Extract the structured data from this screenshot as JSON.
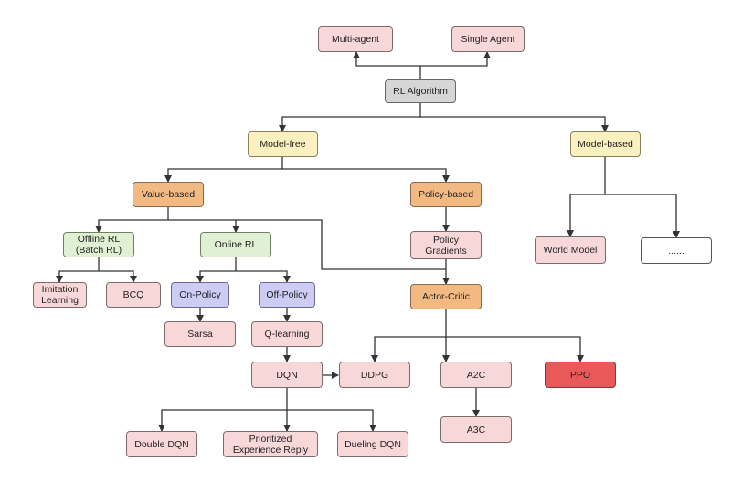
{
  "nodes": {
    "multi_agent": "Multi-agent",
    "single_agent": "Single Agent",
    "rl_algorithm": "RL Algorithm",
    "model_free": "Model-free",
    "model_based": "Model-based",
    "value_based": "Value-based",
    "policy_based": "Policy-based",
    "offline_rl": "Offline RL\n(Batch RL)",
    "online_rl": "Online RL",
    "policy_gradients": "Policy\nGradients",
    "world_model": "World Model",
    "ellipsis": "......",
    "imitation_learning": "Imitation\nLearning",
    "bcq": "BCQ",
    "on_policy": "On-Policy",
    "off_policy": "Off-Policy",
    "actor_critic": "Actor-Critic",
    "sarsa": "Sarsa",
    "q_learning": "Q-learning",
    "dqn": "DQN",
    "ddpg": "DDPG",
    "a2c": "A2C",
    "ppo": "PPO",
    "a3c": "A3C",
    "double_dqn": "Double DQN",
    "prioritized_experience_reply": "Prioritized\nExperience Reply",
    "dueling_dqn": "Dueling DQN"
  },
  "colors": {
    "agent": "#f8d7d9",
    "root": "#d6d6d6",
    "model_category": "#fbf0bf",
    "approach": "#f3b983",
    "learning_mode": "#dff0d3",
    "policy_mode": "#ccccf5",
    "algorithm": "#f8d7d9",
    "highlight": "#ea5959"
  }
}
